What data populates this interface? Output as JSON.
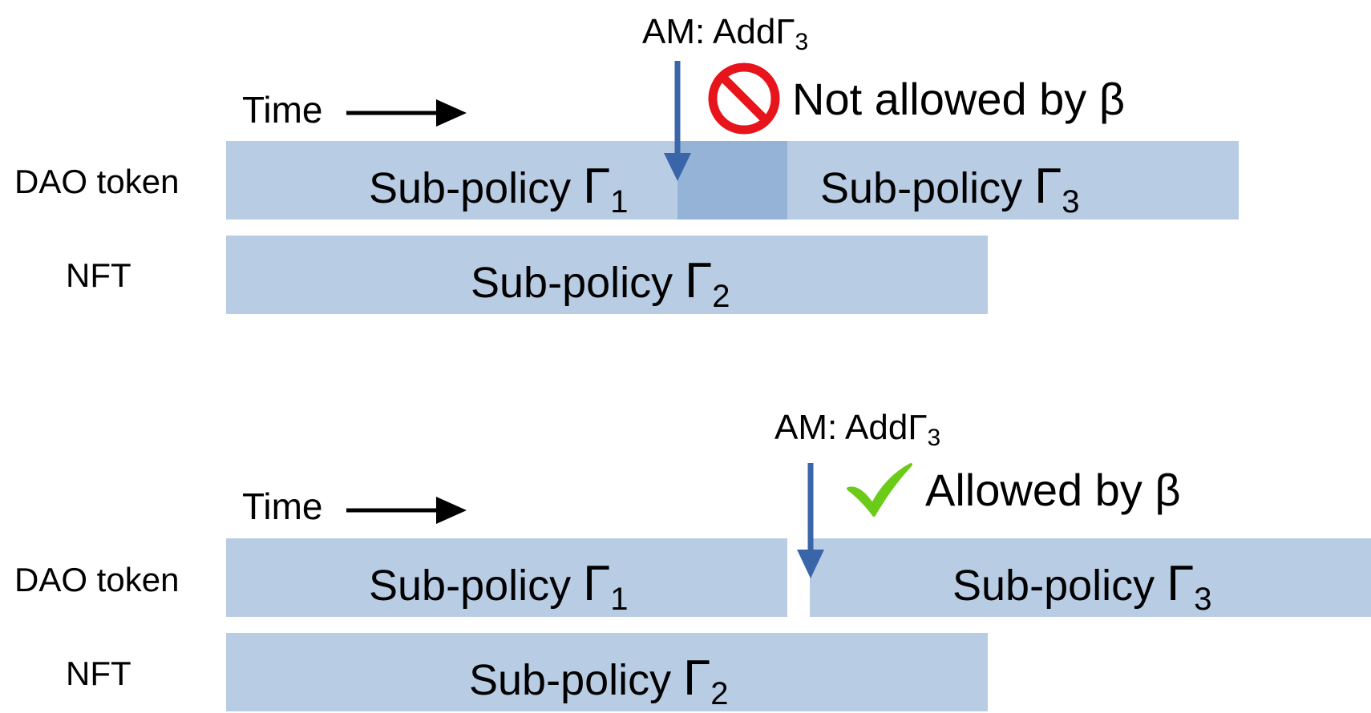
{
  "colors": {
    "bar": "#b8cce4",
    "bar_overlap": "#95b3d7",
    "arrow_blue": "#3a65a8",
    "stop_red": "#e8141b",
    "check_green": "#6ccb19"
  },
  "panel_top": {
    "time_label": "Time",
    "am_label": "AM:  Add",
    "am_gamma": "Γ",
    "am_sub": "3",
    "status": "Not allowed by β",
    "status_icon": "prohibited-icon",
    "rows": [
      {
        "label": "DAO token"
      },
      {
        "label": "NFT"
      }
    ],
    "bars": {
      "g1": {
        "text": "Sub-policy ",
        "gamma": "Γ",
        "sub": "1"
      },
      "g3": {
        "text": "Sub-policy ",
        "gamma": "Γ",
        "sub": "3"
      },
      "g2": {
        "text": "Sub-policy ",
        "gamma": "Γ",
        "sub": "2"
      }
    }
  },
  "panel_bottom": {
    "time_label": "Time",
    "am_label": "AM:  Add",
    "am_gamma": "Γ",
    "am_sub": "3",
    "status": "Allowed by β",
    "status_icon": "checkmark-icon",
    "rows": [
      {
        "label": "DAO token"
      },
      {
        "label": "NFT"
      }
    ],
    "bars": {
      "g1": {
        "text": "Sub-policy ",
        "gamma": "Γ",
        "sub": "1"
      },
      "g3": {
        "text": "Sub-policy ",
        "gamma": "Γ",
        "sub": "3"
      },
      "g2": {
        "text": "Sub-policy ",
        "gamma": "Γ",
        "sub": "2"
      }
    }
  }
}
